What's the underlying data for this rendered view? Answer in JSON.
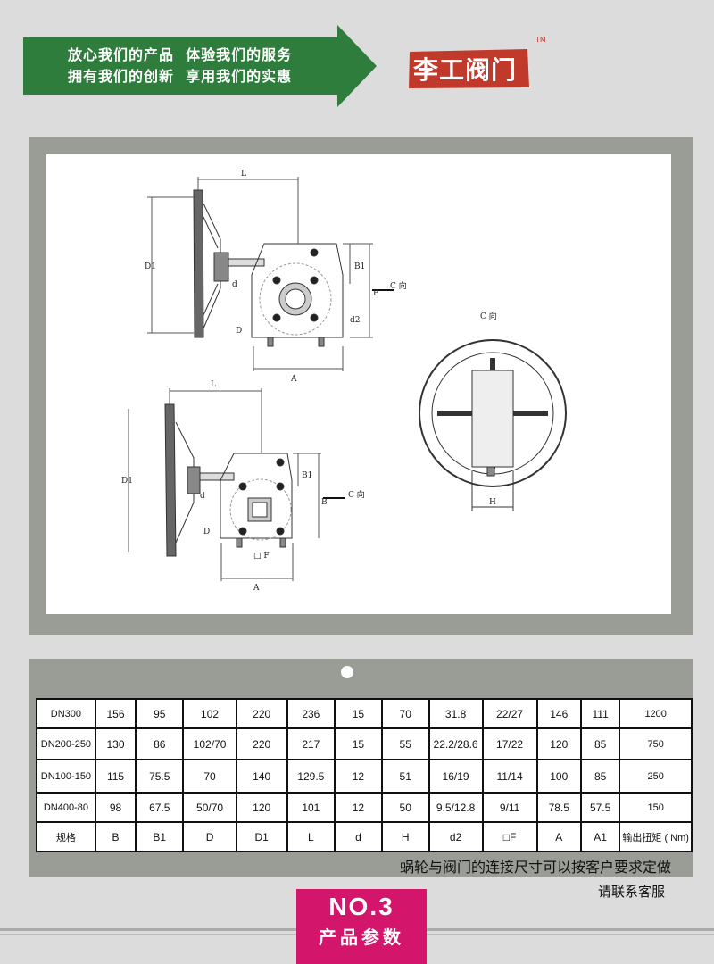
{
  "header": {
    "slogan_line1": "放心我们的产品  体验我们的服务",
    "slogan_line2": "拥有我们的创新  享用我们的实惠",
    "arrow_color": "#2f7d3c",
    "logo_text": "李工阀门",
    "logo_color": "#c0392b",
    "tm": "TM"
  },
  "drawing": {
    "labels": {
      "L": "L",
      "D1": "D1",
      "B1": "B1",
      "B": "B",
      "d": "d",
      "D": "D",
      "d2": "d2",
      "A": "A",
      "c_dir": "C 向",
      "h": "H",
      "f": "□ F"
    }
  },
  "spec_table": {
    "rows": [
      [
        "DN300",
        "156",
        "95",
        "102",
        "220",
        "236",
        "15",
        "70",
        "31.8",
        "22/27",
        "146",
        "111",
        "1200"
      ],
      [
        "DN200-250",
        "130",
        "86",
        "102/70",
        "220",
        "217",
        "15",
        "55",
        "22.2/28.6",
        "17/22",
        "120",
        "85",
        "750"
      ],
      [
        "DN100-150",
        "115",
        "75.5",
        "70",
        "140",
        "129.5",
        "12",
        "51",
        "16/19",
        "11/14",
        "100",
        "85",
        "250"
      ],
      [
        "DN400-80",
        "98",
        "67.5",
        "50/70",
        "120",
        "101",
        "12",
        "50",
        "9.5/12.8",
        "9/11",
        "78.5",
        "57.5",
        "150"
      ],
      [
        "规格",
        "B",
        "B1",
        "D",
        "D1",
        "L",
        "d",
        "H",
        "d2",
        "□F",
        "A",
        "A1",
        "输出扭矩 ( Nm)"
      ]
    ],
    "note": "蜗轮与阀门的连接尺寸可以按客户要求定做",
    "contact": "请联系客服"
  },
  "footer": {
    "badge_no": "NO.3",
    "badge_sub": "产品参数",
    "badge_color": "#d4156c"
  }
}
